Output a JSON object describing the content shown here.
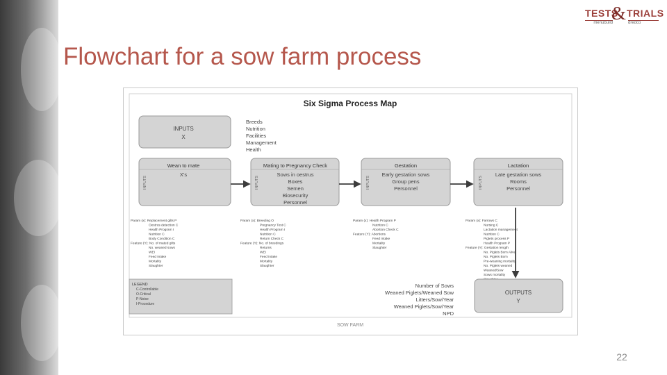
{
  "slide": {
    "title": "Flowchart for a sow farm process",
    "page_number": "22"
  },
  "logo": {
    "word1": "TESTS",
    "amp": "&",
    "word2": "TRIALS",
    "sub1": "menubuild",
    "sub2": "dredco"
  },
  "diagram": {
    "heading": "Six Sigma Process Map",
    "footer": "SOW FARM",
    "inputs_box": {
      "title": "INPUTS",
      "sub": "X"
    },
    "inputs_list": [
      "Breeds",
      "Nutrition",
      "Facilities",
      "Management",
      "Health"
    ],
    "side_label": "INPUTS",
    "stages": [
      {
        "title": "Wean to mate",
        "items": [
          "X's"
        ]
      },
      {
        "title": "Mating to Pregnancy Check",
        "items": [
          "Sows in oestrus",
          "Boxes",
          "Semen",
          "Biosecurity",
          "Personnel"
        ]
      },
      {
        "title": "Gestation",
        "items": [
          "Early gestation sows",
          "Group pens",
          "Personnel"
        ]
      },
      {
        "title": "Lactation",
        "items": [
          "Late gestation sows",
          "Rooms",
          "Personnel"
        ]
      }
    ],
    "param_notes": [
      [
        "Param (x): Replacement gilts P",
        "Oestrus detection C",
        "Health Program I",
        "Nutrition C",
        "Body Condition C",
        "Feature (Y): No. of mated gilts",
        "No. weaned sows",
        "WEI",
        "Feed Intake",
        "Mortality",
        "Slaughter"
      ],
      [
        "Param (x): Breeding O",
        "Pregnancy Test C",
        "Health Program I",
        "Nutrition C",
        "Return Check C",
        "Feature (Y): No. of breedings",
        "Returns",
        "WEI",
        "Feed intake",
        "Mortality",
        "Slaughter"
      ],
      [
        "Param (x): Health Program P",
        "Nutrition C",
        "Abortion Check C",
        "Feature (Y): Abortions",
        "Feed Intake",
        "Mortality",
        "Slaughter"
      ],
      [
        "Param (x): Farrows C",
        "Nursing C",
        "Lactation management",
        "Nutrition C",
        "Piglets process P",
        "Health Program P",
        "Feature (Y): Gestation length",
        "No. Piglets Born Alive",
        "No. Piglets Born",
        "Pre-weaning mortality",
        "No. Piglets weaned",
        "Weaned/Sow",
        "Sows mortality",
        "Slaughter"
      ]
    ],
    "legend": {
      "title": "LEGEND",
      "items": [
        "C-Controllable",
        "O-Critical",
        "P-Noise",
        "I-Procedure"
      ]
    },
    "outputs_list": [
      "Number of Sows",
      "Weaned Piglets/Weaned Sow",
      "Litters/Sow/Year",
      "Weaned Piglets/Sow/Year",
      "NPD"
    ],
    "outputs_box": {
      "title": "OUTPUTS",
      "sub": "Y"
    }
  },
  "colors": {
    "title": "#b5574c",
    "box_fill": "#d4d4d4",
    "box_stroke": "#9a9a9a",
    "arrow": "#3c3c3c",
    "logo": "#9b3f3a"
  }
}
